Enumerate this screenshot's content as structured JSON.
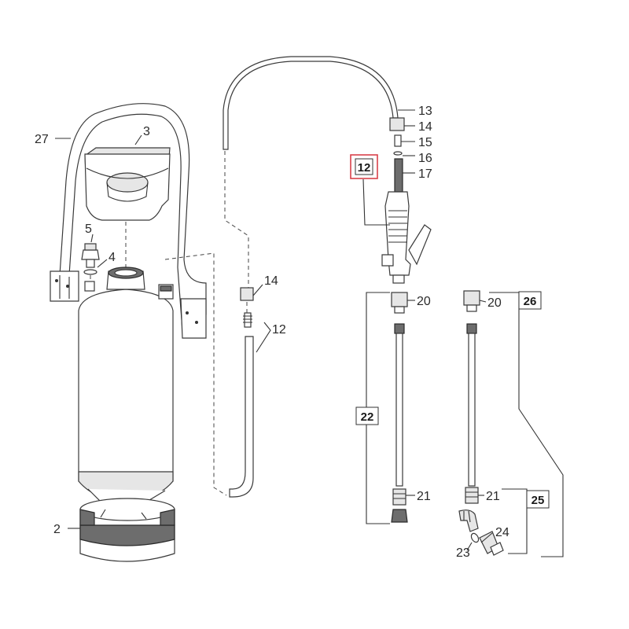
{
  "callouts": {
    "c2": "2",
    "c3": "3",
    "c4": "4",
    "c5": "5",
    "c12a": "12",
    "c12b": "12",
    "c13": "13",
    "c14a": "14",
    "c14b": "14",
    "c15": "15",
    "c16": "16",
    "c17": "17",
    "c20a": "20",
    "c20b": "20",
    "c21a": "21",
    "c21b": "21",
    "c22": "22",
    "c23": "23",
    "c24": "24",
    "c25": "25",
    "c26": "26",
    "c27": "27"
  },
  "highlight_color": "#d9414a"
}
